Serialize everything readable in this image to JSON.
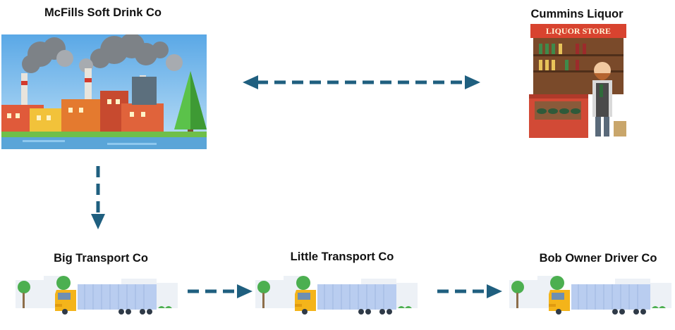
{
  "nodes": {
    "factory": {
      "label": "McFills Soft Drink Co",
      "icon": "factory-illustration"
    },
    "liquor": {
      "label": "Cummins Liquor",
      "icon": "liquor-store-illustration",
      "sign": "LIQUOR STORE"
    },
    "big_transport": {
      "label": "Big Transport Co",
      "icon": "truck-illustration"
    },
    "little_transport": {
      "label": "Little Transport Co",
      "icon": "truck-illustration"
    },
    "owner_driver": {
      "label": "Bob Owner Driver Co",
      "icon": "truck-illustration"
    }
  },
  "edges": [
    {
      "from": "factory",
      "to": "liquor",
      "style": "dashed",
      "direction": "both"
    },
    {
      "from": "factory",
      "to": "big_transport",
      "style": "dashed",
      "direction": "forward"
    },
    {
      "from": "big_transport",
      "to": "little_transport",
      "style": "dashed",
      "direction": "forward"
    },
    {
      "from": "little_transport",
      "to": "owner_driver",
      "style": "dashed",
      "direction": "forward"
    }
  ],
  "colors": {
    "arrow": "#1f5f7f",
    "truck_cab": "#f4b41a",
    "trailer": "#b9cdf0"
  }
}
